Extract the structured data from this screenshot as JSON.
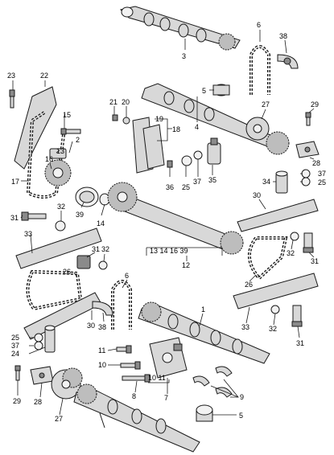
{
  "callouts": [
    {
      "id": "c3",
      "text": "3"
    },
    {
      "id": "c6a",
      "text": "6"
    },
    {
      "id": "c38a",
      "text": "38"
    },
    {
      "id": "c23",
      "text": "23"
    },
    {
      "id": "c22",
      "text": "22"
    },
    {
      "id": "c5a",
      "text": "5"
    },
    {
      "id": "c21",
      "text": "21"
    },
    {
      "id": "c20",
      "text": "20"
    },
    {
      "id": "c27a",
      "text": "27"
    },
    {
      "id": "c29a",
      "text": "29"
    },
    {
      "id": "c15",
      "text": "15"
    },
    {
      "id": "c19",
      "text": "19"
    },
    {
      "id": "c18",
      "text": "18"
    },
    {
      "id": "c2",
      "text": "2"
    },
    {
      "id": "c4",
      "text": "4"
    },
    {
      "id": "c28a",
      "text": "28"
    },
    {
      "id": "c13",
      "text": "13"
    },
    {
      "id": "c16",
      "text": "16"
    },
    {
      "id": "c17",
      "text": "17"
    },
    {
      "id": "c36",
      "text": "36"
    },
    {
      "id": "c25a",
      "text": "25"
    },
    {
      "id": "c37a",
      "text": "37"
    },
    {
      "id": "c35",
      "text": "35"
    },
    {
      "id": "c34",
      "text": "34"
    },
    {
      "id": "c37b",
      "text": "37"
    },
    {
      "id": "c25b",
      "text": "25"
    },
    {
      "id": "c39",
      "text": "39"
    },
    {
      "id": "c14",
      "text": "14"
    },
    {
      "id": "c30a",
      "text": "30"
    },
    {
      "id": "c31a",
      "text": "31"
    },
    {
      "id": "c32a",
      "text": "32"
    },
    {
      "id": "c33a",
      "text": "33"
    },
    {
      "id": "c12group",
      "text": "13  14  16 39"
    },
    {
      "id": "c12",
      "text": "12"
    },
    {
      "id": "c32b",
      "text": "32"
    },
    {
      "id": "c31b",
      "text": "31"
    },
    {
      "id": "c31c",
      "text": "31"
    },
    {
      "id": "c32c",
      "text": "32"
    },
    {
      "id": "c26a",
      "text": "26"
    },
    {
      "id": "c26b",
      "text": "26"
    },
    {
      "id": "c6b",
      "text": "6"
    },
    {
      "id": "c1",
      "text": "1"
    },
    {
      "id": "c30b",
      "text": "30"
    },
    {
      "id": "c38b",
      "text": "38"
    },
    {
      "id": "c33b",
      "text": "33"
    },
    {
      "id": "c32d",
      "text": "32"
    },
    {
      "id": "c31d",
      "text": "31"
    },
    {
      "id": "c25c",
      "text": "25"
    },
    {
      "id": "c37c",
      "text": "37"
    },
    {
      "id": "c24",
      "text": "24"
    },
    {
      "id": "c11a",
      "text": "11"
    },
    {
      "id": "c10a",
      "text": "10"
    },
    {
      "id": "c9",
      "text": "9"
    },
    {
      "id": "c10b11",
      "text": "10 11"
    },
    {
      "id": "c8",
      "text": "8"
    },
    {
      "id": "c7",
      "text": "7"
    },
    {
      "id": "c29b",
      "text": "29"
    },
    {
      "id": "c28b",
      "text": "28"
    },
    {
      "id": "c27b",
      "text": "27"
    },
    {
      "id": "c5b",
      "text": "5"
    }
  ]
}
